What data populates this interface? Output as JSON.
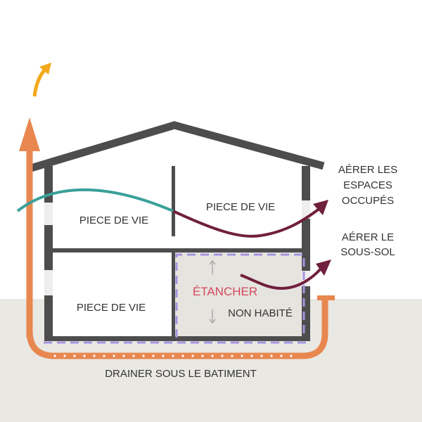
{
  "rooms": {
    "upper_left": "PIECE DE VIE",
    "upper_right": "PIECE DE VIE",
    "lower_left": "PIECE DE VIE",
    "lower_right": "NON HABITÉ"
  },
  "annotations": {
    "airtight": "ÉTANCHER",
    "ventilate_occupied": [
      "AÉRER LES",
      "ESPACES",
      "OCCUPÉS"
    ],
    "ventilate_basement": [
      "AÉRER LE",
      "SOUS-SOL"
    ],
    "drain": "DRAINER SOUS LE BATIMENT"
  },
  "colors": {
    "wall": "#4d4d4d",
    "ground": "#e9e8e3",
    "drain_pipe": "#e8874f",
    "exhaust_arrow": "#f3a81b",
    "teal_air": "#3aa19a",
    "maroon_air": "#701f3c",
    "seal_line": "#a593e0",
    "seal_text": "#d1495b"
  }
}
